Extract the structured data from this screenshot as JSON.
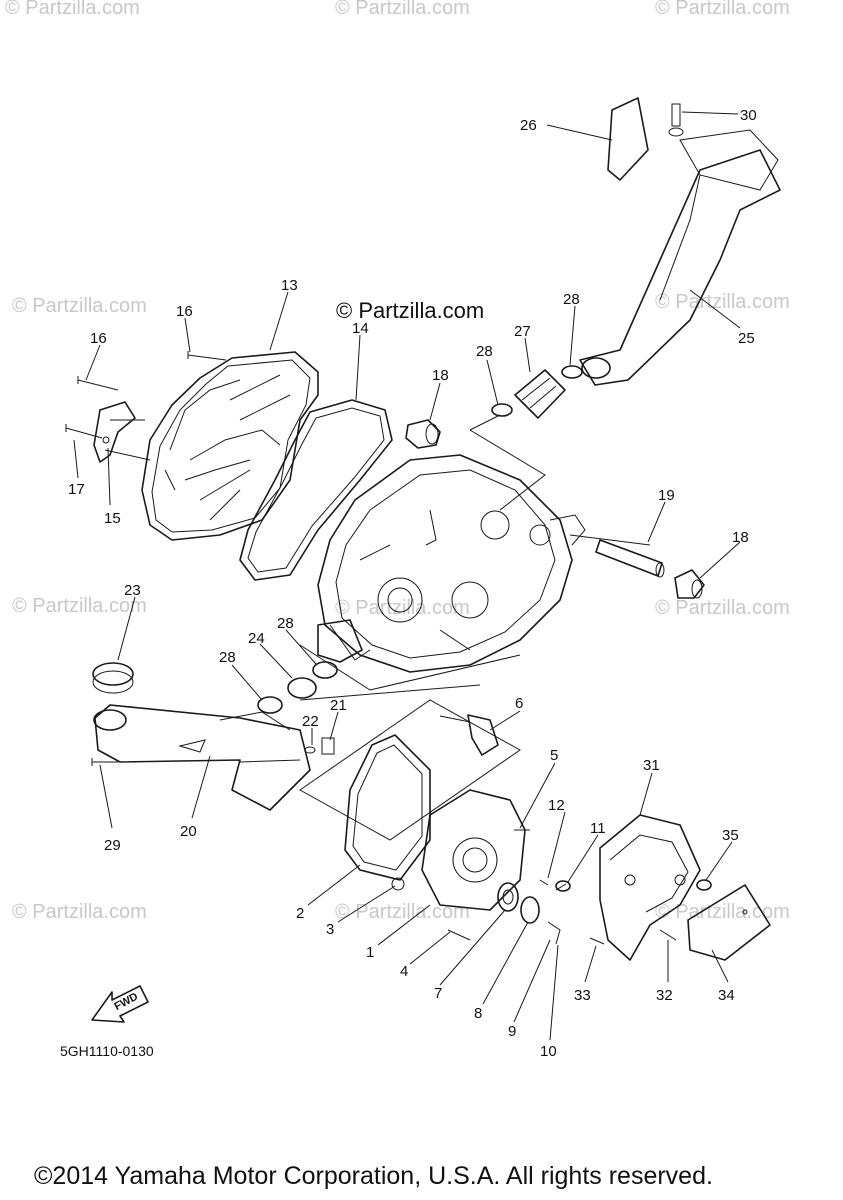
{
  "watermarks": {
    "w1": "© Partzilla.com",
    "w2": "© Partzilla.com",
    "w3": "© Partzilla.com",
    "w4": "© Partzilla.com",
    "w5": "© Partzilla.com",
    "w6": "© Partzilla.com",
    "w7": "© Partzilla.com",
    "w8": "© Partzilla.com",
    "w9": "© Partzilla.com",
    "w10": "© Partzilla.com",
    "w11": "© Partzilla.com"
  },
  "brand_mark": "© Partzilla.com",
  "diagram_code": "5GH1110-0130",
  "fwd_label": "FWD",
  "copyright": "©2014 Yamaha Motor Corporation, U.S.A. All rights reserved.",
  "callouts": {
    "c1": "1",
    "c2": "2",
    "c3": "3",
    "c4": "4",
    "c5": "5",
    "c6": "6",
    "c7": "7",
    "c8": "8",
    "c9": "9",
    "c10": "10",
    "c11": "11",
    "c12": "12",
    "c13": "13",
    "c14": "14",
    "c15": "15",
    "c16a": "16",
    "c16b": "16",
    "c17": "17",
    "c18a": "18",
    "c18b": "18",
    "c19": "19",
    "c20": "20",
    "c21": "21",
    "c22": "22",
    "c23": "23",
    "c24": "24",
    "c25": "25",
    "c26": "26",
    "c27": "27",
    "c28a": "28",
    "c28b": "28",
    "c28c": "28",
    "c28d": "28",
    "c29": "29",
    "c30": "30",
    "c31": "31",
    "c32": "32",
    "c33": "33",
    "c34": "34",
    "c35": "35"
  }
}
